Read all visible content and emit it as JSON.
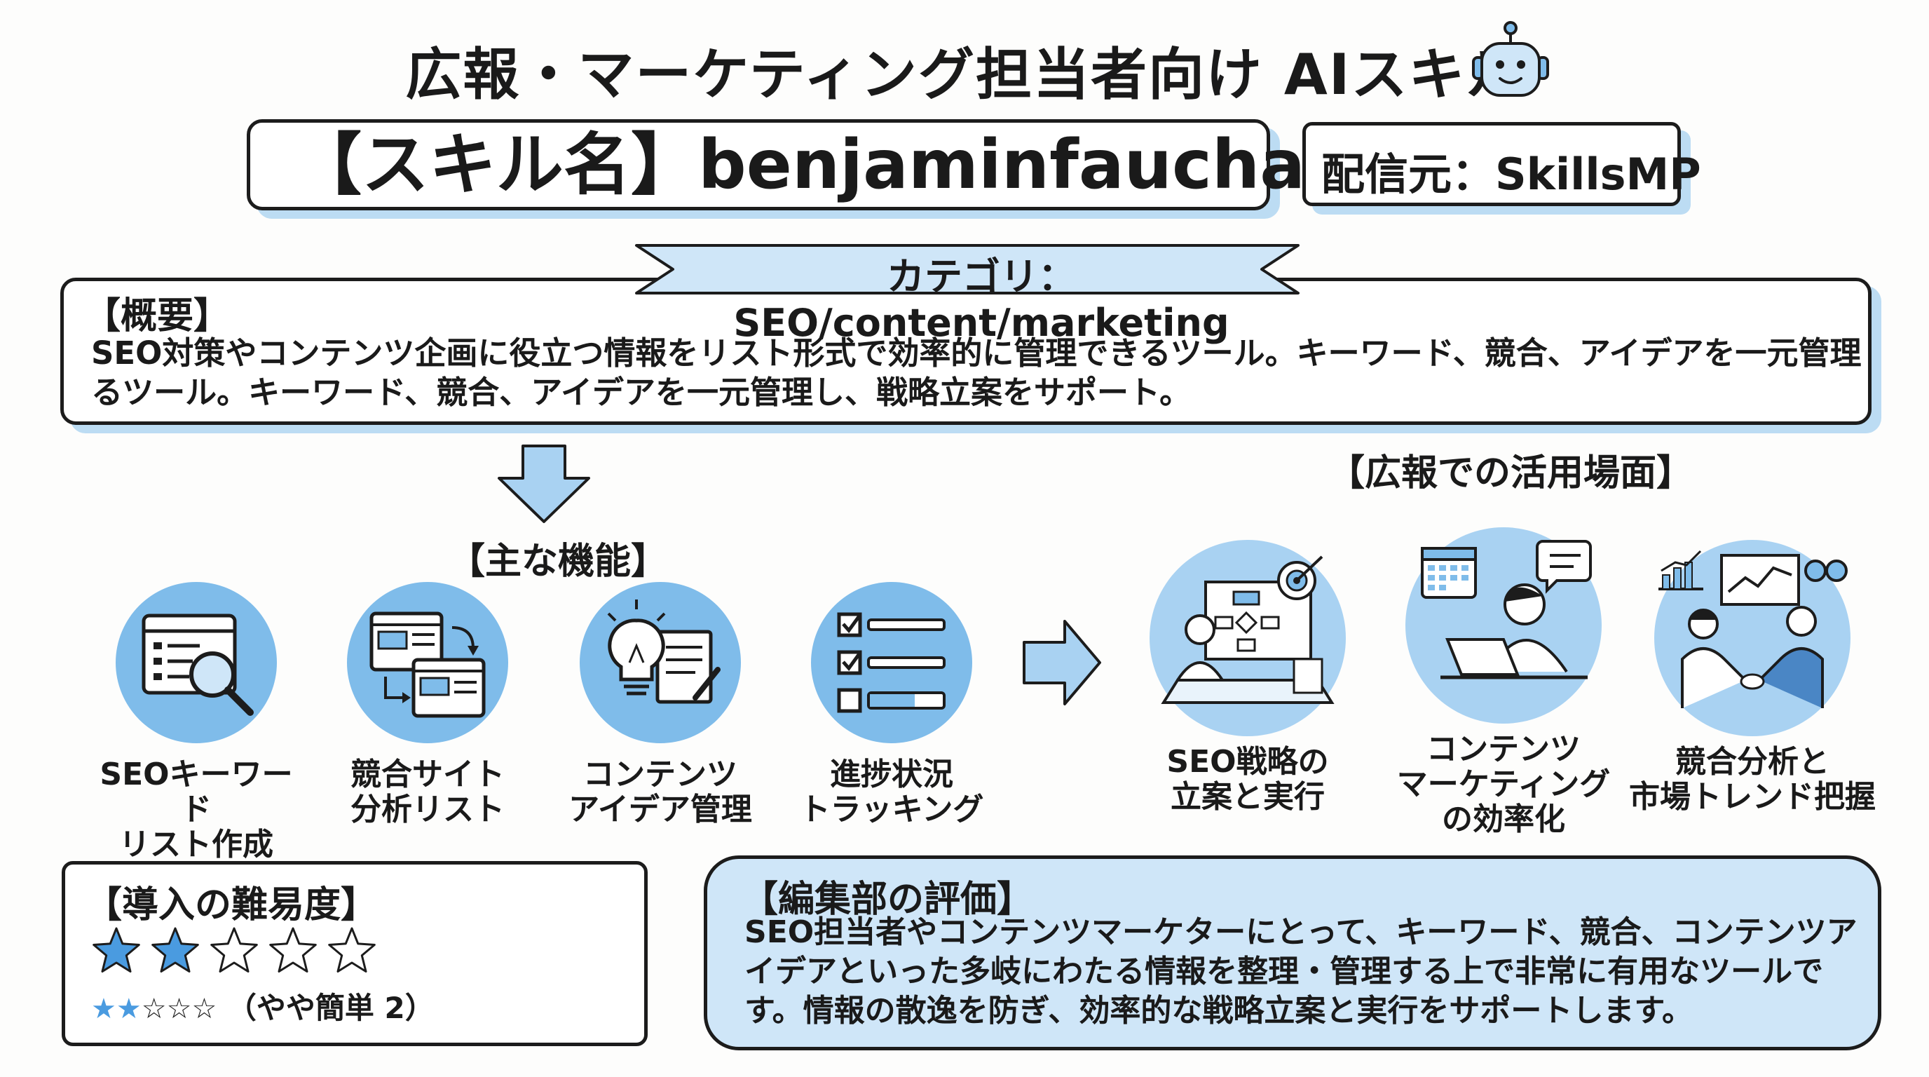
{
  "title": "広報・マーケティング担当者向け AIスキル",
  "skill_name": "【スキル名】benjaminfauchald",
  "source": "配信元：SkillsMP",
  "category": "カテゴリ：SEO/content/marketing",
  "overview": {
    "heading": "【概要】",
    "body": "SEO対策やコンテンツ企画に役立つ情報をリスト形式で効率的に管理できるツール。キーワード、競合、アイデアを一元管理るツール。キーワード、競合、アイデアを一元管理し、戦略立案をサポート。"
  },
  "features": {
    "heading": "【主な機能】",
    "items": [
      {
        "line1": "SEOキーワード",
        "line2": "リスト作成",
        "icon": "keyword-search-icon"
      },
      {
        "line1": "競合サイト",
        "line2": "分析リスト",
        "icon": "competitor-pages-icon"
      },
      {
        "line1": "コンテンツ",
        "line2": "アイデア管理",
        "icon": "lightbulb-document-icon"
      },
      {
        "line1": "進捗状況",
        "line2": "トラッキング",
        "icon": "checklist-progress-icon"
      }
    ]
  },
  "use_cases": {
    "heading": "【広報での活用場面】",
    "items": [
      {
        "line1": "SEO戦略の",
        "line2": "立案と実行",
        "icon": "strategy-planning-icon"
      },
      {
        "line1": "コンテンツ",
        "line2": "マーケティング",
        "line3": "の効率化",
        "icon": "content-marketing-icon"
      },
      {
        "line1": "競合分析と",
        "line2": "市場トレンド把握",
        "icon": "market-trend-handshake-icon"
      }
    ]
  },
  "difficulty": {
    "heading": "【導入の難易度】",
    "rating": 2,
    "max": 5,
    "text": "（やや簡単 2）"
  },
  "review": {
    "heading": "【編集部の評価】",
    "body": "SEO担当者やコンテンツマーケターにとって、キーワード、競合、コンテンツアイデアといった多岐にわたる情報を整理・管理する上で非常に有用なツールです。情報の散逸を防ぎ、効率的な戦略立案と実行をサポートします。"
  },
  "colors": {
    "accent": "#7fbcea",
    "light": "#cfe6f8",
    "shadow": "#bcdcf3",
    "ink": "#1c1c1c",
    "star": "#4a9be0"
  }
}
